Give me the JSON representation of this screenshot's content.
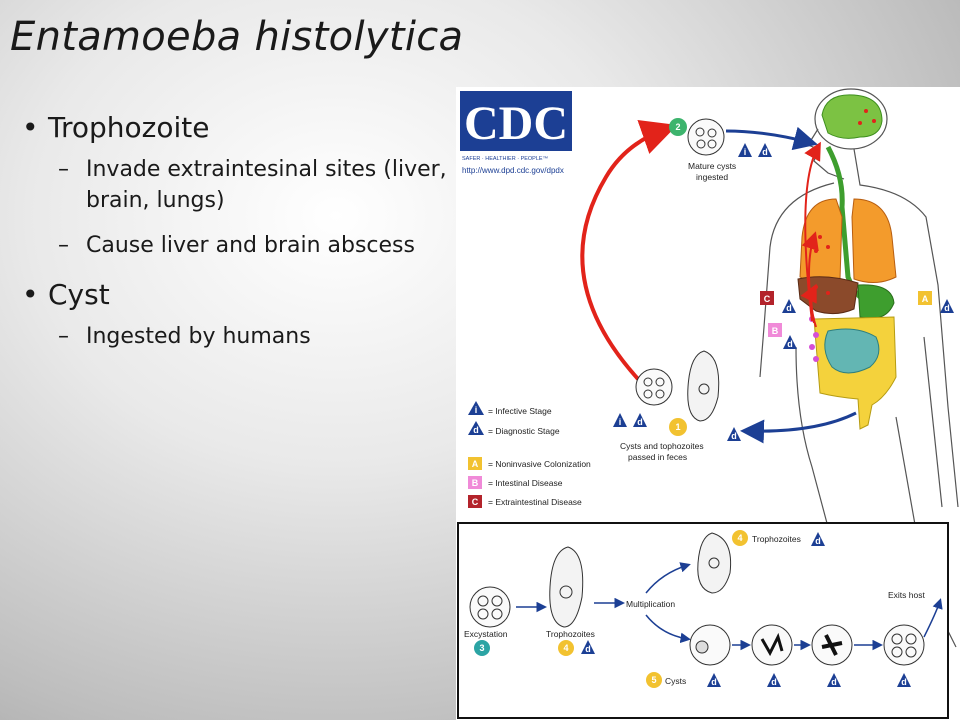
{
  "slide": {
    "title": "Entamoeba histolytica",
    "bullets": [
      {
        "text": "Trophozoite",
        "sub": [
          "Invade extraintesinal sites (liver, brain, lungs)",
          "Cause liver and brain abscess"
        ]
      },
      {
        "text": "Cyst",
        "sub": [
          "Ingested by humans"
        ]
      }
    ]
  },
  "figure": {
    "logo": "CDC",
    "tagline": "SAFER · HEALTHIER · PEOPLE™",
    "url": "http://www.dpd.cdc.gov/dpdx",
    "step_numbers": [
      "1",
      "2",
      "3",
      "4",
      "5"
    ],
    "stage_letters": {
      "infective": "i",
      "diagnostic": "d"
    },
    "labels": {
      "mature_cysts_1": "Mature cysts",
      "mature_cysts_2": "ingested",
      "feces_1": "Cysts and tophozoites",
      "feces_2": "passed in feces",
      "excystation": "Excystation",
      "trophozoites": "Trophozoites",
      "multiplication": "Multiplication",
      "trophozoites_top": "Trophozoites",
      "exits_host": "Exits host",
      "cysts": "Cysts"
    },
    "legend": [
      {
        "key": "i",
        "text": "= Infective Stage"
      },
      {
        "key": "d",
        "text": "= Diagnostic Stage"
      },
      {
        "key": "A",
        "text": "= Noninvasive Colonization",
        "color": "#f2c230"
      },
      {
        "key": "B",
        "text": "= Intestinal Disease",
        "color": "#f08ad8"
      },
      {
        "key": "C",
        "text": "= Extraintestinal Disease",
        "color": "#b3232b"
      }
    ],
    "colors": {
      "cdc_blue": "#1c3f94",
      "red_arrow": "#e2231a",
      "step_yellow": "#f2c230",
      "step_teal": "#2ba4a4"
    }
  }
}
